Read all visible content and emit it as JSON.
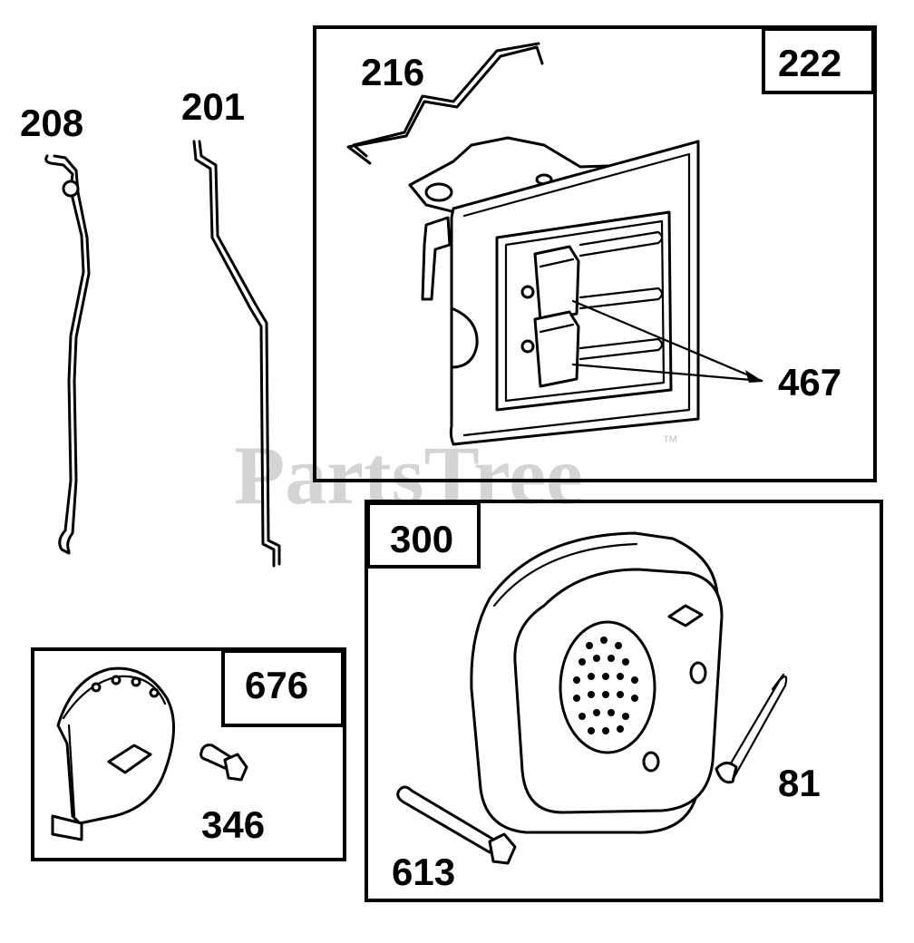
{
  "watermark": {
    "text": "PartsTree",
    "trademark": "™"
  },
  "parts": {
    "p208": "208",
    "p201": "201",
    "p216": "216",
    "p222": "222",
    "p467": "467",
    "p300": "300",
    "p676": "676",
    "p346": "346",
    "p81": "81",
    "p613": "613"
  }
}
